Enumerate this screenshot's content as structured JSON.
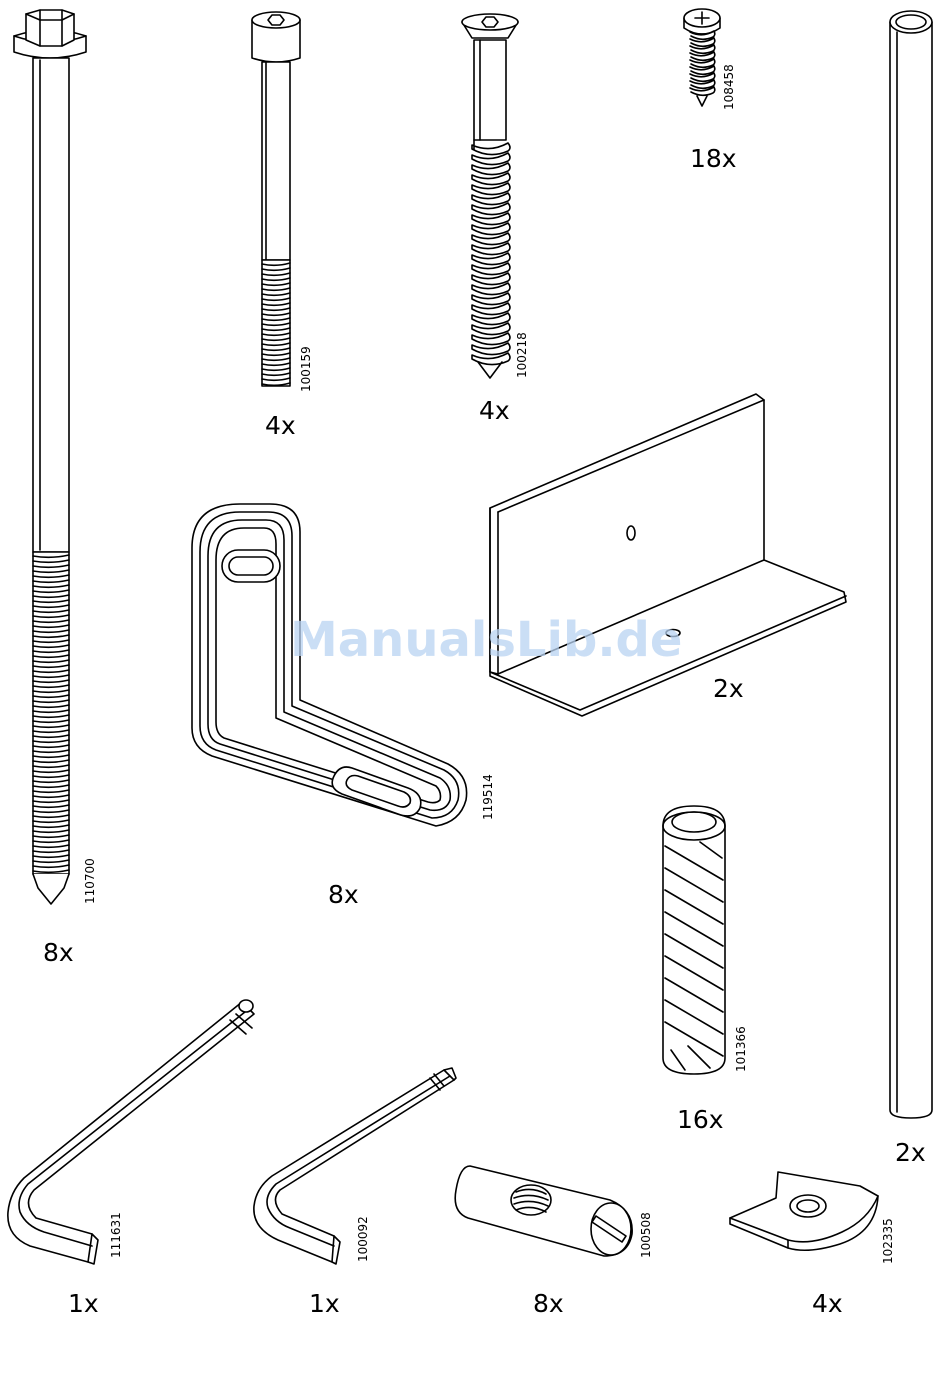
{
  "watermark": "ManualsLib.de",
  "parts": [
    {
      "id": "long-bolt",
      "icon": "long-hex-bolt-icon",
      "part_number": "110700",
      "quantity": "8x"
    },
    {
      "id": "socket-bolt",
      "icon": "socket-cap-bolt-icon",
      "part_number": "100159",
      "quantity": "4x"
    },
    {
      "id": "wood-screw",
      "icon": "wood-screw-icon",
      "part_number": "100218",
      "quantity": "4x"
    },
    {
      "id": "small-screw",
      "icon": "small-screw-icon",
      "part_number": "108458",
      "quantity": "18x"
    },
    {
      "id": "rod",
      "icon": "metal-rod-icon",
      "part_number": "",
      "quantity": "2x"
    },
    {
      "id": "angle-bracket",
      "icon": "angle-bracket-icon",
      "part_number": "119514",
      "quantity": "8x"
    },
    {
      "id": "l-profile",
      "icon": "l-profile-rail-icon",
      "part_number": "",
      "quantity": "2x"
    },
    {
      "id": "dowel",
      "icon": "wooden-dowel-icon",
      "part_number": "101366",
      "quantity": "16x"
    },
    {
      "id": "allen-key-large",
      "icon": "allen-key-icon",
      "part_number": "111631",
      "quantity": "1x"
    },
    {
      "id": "allen-key-small",
      "icon": "allen-key-icon",
      "part_number": "100092",
      "quantity": "1x"
    },
    {
      "id": "barrel-nut",
      "icon": "barrel-nut-icon",
      "part_number": "100508",
      "quantity": "8x"
    },
    {
      "id": "wedge-nut",
      "icon": "wedge-nut-icon",
      "part_number": "102335",
      "quantity": "4x"
    }
  ]
}
